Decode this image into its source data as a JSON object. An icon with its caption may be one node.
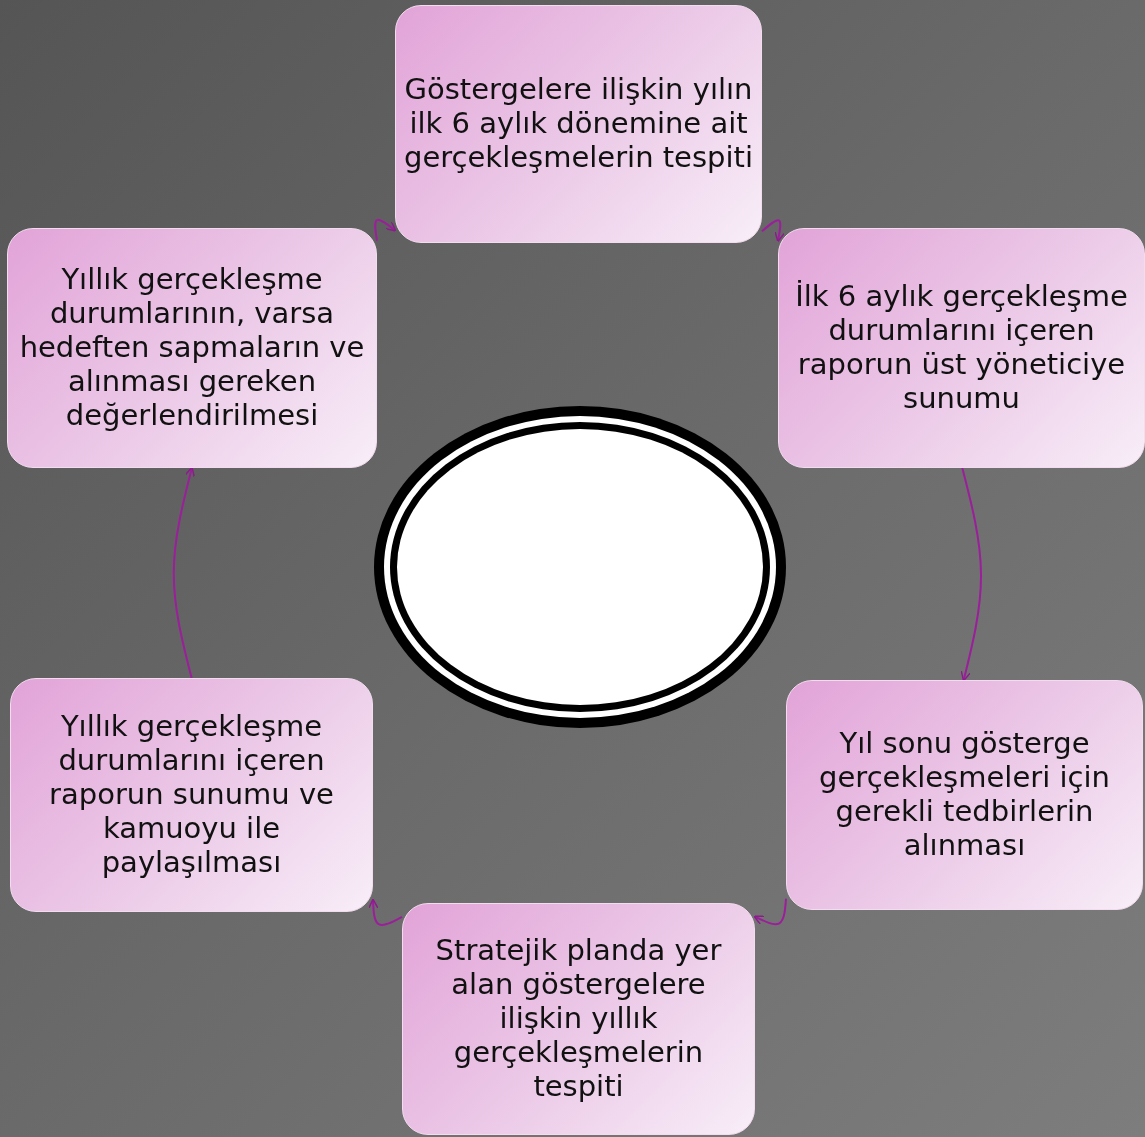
{
  "diagram": {
    "nodes": [
      {
        "text": [
          "Göstergelere ilişkin yılın ilk 6 aylık dönemine ait gerçekleşmelerin tespiti"
        ]
      },
      {
        "text": [
          "İlk 6 aylık gerçekleşme durumlarını içeren raporun üst yöneticiye sunumu"
        ]
      },
      {
        "text": [
          "Yıl sonu gösterge gerçekleşmeleri için gerekli tedbirlerin alınması"
        ]
      },
      {
        "text": [
          "Stratejik planda yer alan göstergelere ilişkin yıllık gerçekleşmelerin tespiti"
        ]
      },
      {
        "text": [
          "Yıllık gerçekleşme durumlarını içeren raporun sunumu ve kamuoyu ile paylaşılması"
        ]
      },
      {
        "text": [
          "Yıllık gerçekleşme durumlarının, varsa hedeften sapmaların ve alınması gereken değerlendirilmesi"
        ]
      },
      {
        "text": [],
        "shape": "ellipse"
      }
    ],
    "edges": [
      {
        "from": 0,
        "to": 1,
        "arrow": "to"
      },
      {
        "from": 1,
        "to": 2,
        "arrow": "to"
      },
      {
        "from": 2,
        "to": 3,
        "arrow": "to"
      },
      {
        "from": 3,
        "to": 4,
        "arrow": "to"
      },
      {
        "from": 4,
        "to": 5,
        "arrow": "to"
      },
      {
        "from": 5,
        "to": 0,
        "arrow": "to"
      }
    ]
  }
}
